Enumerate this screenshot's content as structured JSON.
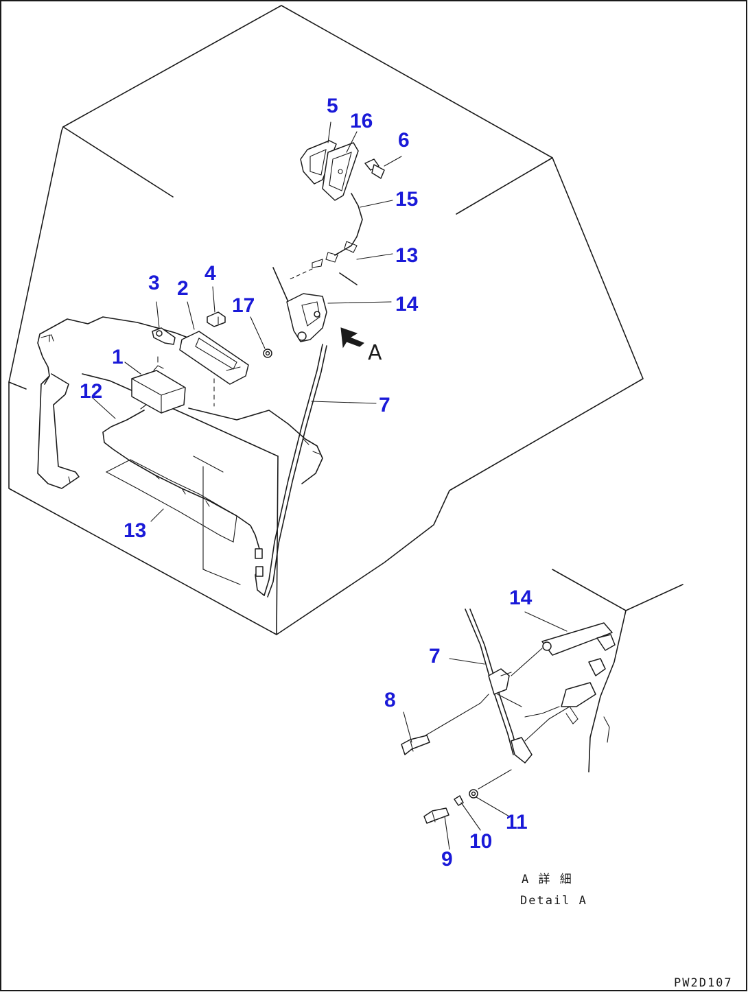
{
  "callouts": {
    "c1": "1",
    "c2": "2",
    "c3": "3",
    "c4": "4",
    "c5": "5",
    "c6": "6",
    "c7_main": "7",
    "c7_detail": "7",
    "c8": "8",
    "c9": "9",
    "c10": "10",
    "c11": "11",
    "c12": "12",
    "c13_upper": "13",
    "c13_lower": "13",
    "c14_main": "14",
    "c14_detail": "14",
    "c15": "15",
    "c16": "16",
    "c17": "17"
  },
  "view_marker": "A",
  "detail_caption": {
    "japanese": "A 詳 細",
    "english": "Detail A"
  },
  "drawing_code": "PW2D107",
  "colors": {
    "callout": "#1a1ad8",
    "linework": "#1a1a1a",
    "background": "#ffffff"
  }
}
